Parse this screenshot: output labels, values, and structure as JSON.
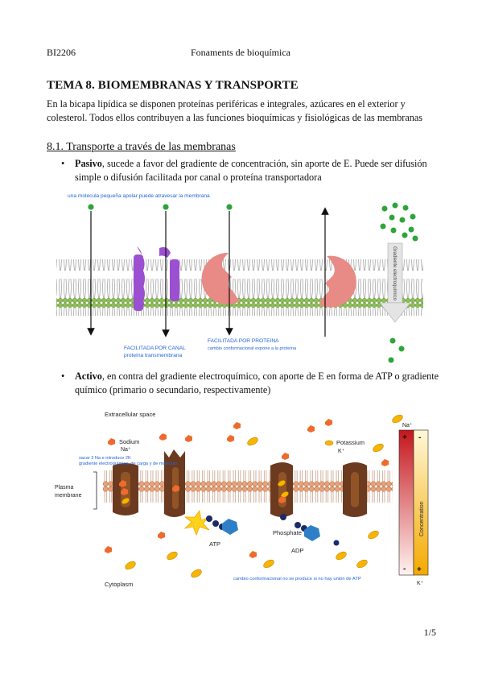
{
  "header": {
    "code": "BI2206",
    "course": "Fonaments de bioquímica"
  },
  "title": "TEMA 8. BIOMEMBRANAS Y TRANSPORTE",
  "intro": "En la bicapa lipídica se disponen proteínas periféricas e integrales, azúcares en el exterior y colesterol. Todos ellos contribuyen a las funciones bioquímicas y fisiológicas de las membranas",
  "section": {
    "heading": "8.1. Transporte a través de las membranas"
  },
  "passive": {
    "bullet": "•",
    "bold": "Pasivo",
    "text": ", sucede a favor del gradiente de concentración, sin aporte de E. Puede ser difusión simple o difusión facilitada por canal o proteína transportadora",
    "fig": {
      "label_simple": "una molecula pequeña apolar puede atravesar la membrana",
      "label_channel_1": "FACILITADA POR CANAL",
      "label_channel_2": "proteína transmembrana",
      "label_carrier_1": "FACILITADA POR PROTEINA",
      "label_carrier_2": "cambio conformacional expone a la proteína",
      "label_gradient": "Gradiente electroquímico"
    }
  },
  "active": {
    "bullet": "•",
    "bold": "Activo",
    "text": ", en contra del gradiente electroquímico, con aporte de E en forma de ATP o gradiente químico (primario o secundario, respectivamente)",
    "fig": {
      "extracellular": "Extracellular space",
      "sodium": "Sodium",
      "sodium_sym": "Na⁺",
      "potassium": "Potassium",
      "potassium_sym": "K⁺",
      "note_1": "sacar 3 Na e introduce 2K",
      "note_2": "gradiente electroquímico, de carga y de molécula",
      "plasma_1": "Plasma",
      "plasma_2": "membrane",
      "atp": "ATP",
      "phosphate": "Phosphate",
      "adp": "ADP",
      "cytoplasm": "Cytoplasm",
      "bottom_note": "cambio conformacional no se produce si no hay unión de ATP",
      "na_top": "Na⁺",
      "k_bottom": "K⁺",
      "plus": "+",
      "minus": "-",
      "concentration": "Concentration"
    }
  },
  "page_number": "1/5",
  "colors": {
    "lipid_head": "#8fbf5a",
    "channel": "#9b4fd1",
    "carrier": "#e88a86",
    "green_molecule": "#2ea43a",
    "pump_brown": "#6b3a1f",
    "sodium_orange": "#ef6a2d",
    "potassium_yellow": "#f7b500",
    "annotation_blue": "#1f63d8"
  }
}
